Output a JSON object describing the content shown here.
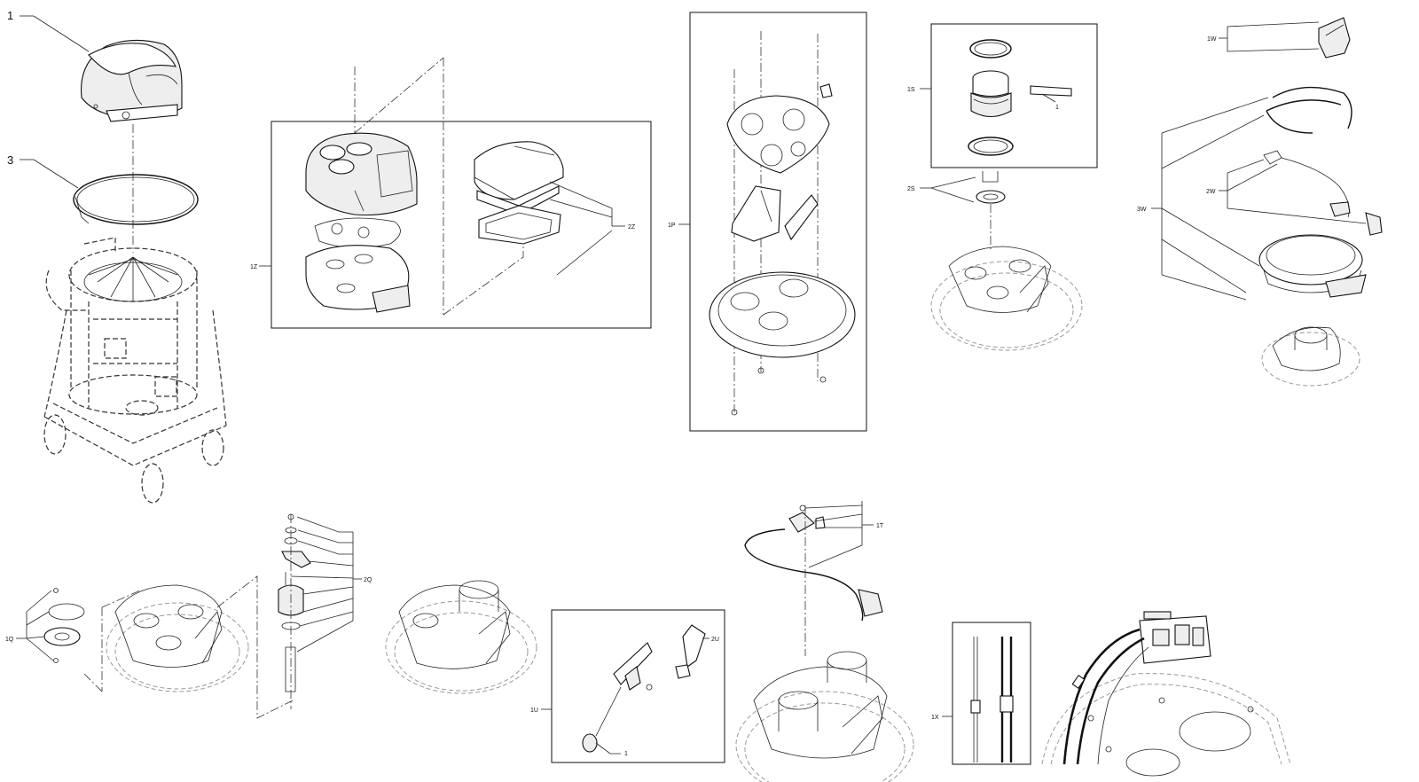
{
  "callouts": {
    "c1": "1",
    "c3": "3",
    "c1Z": "1Z",
    "c2Z": "2Z",
    "c1P": "1P",
    "c1S": "1S",
    "c1S_sub": "1",
    "c2S": "2S",
    "c1W": "1W",
    "c2W": "2W",
    "c3W": "3W",
    "c1Q": "1Q",
    "c2Q": "2Q",
    "c1U": "1U",
    "c1U_sub": "1",
    "c2U": "2U",
    "c1T": "1T",
    "c1X": "1X"
  },
  "colors": {
    "ink": "#111111",
    "ghost": "#999999",
    "part_fill": "#eeeeee"
  }
}
